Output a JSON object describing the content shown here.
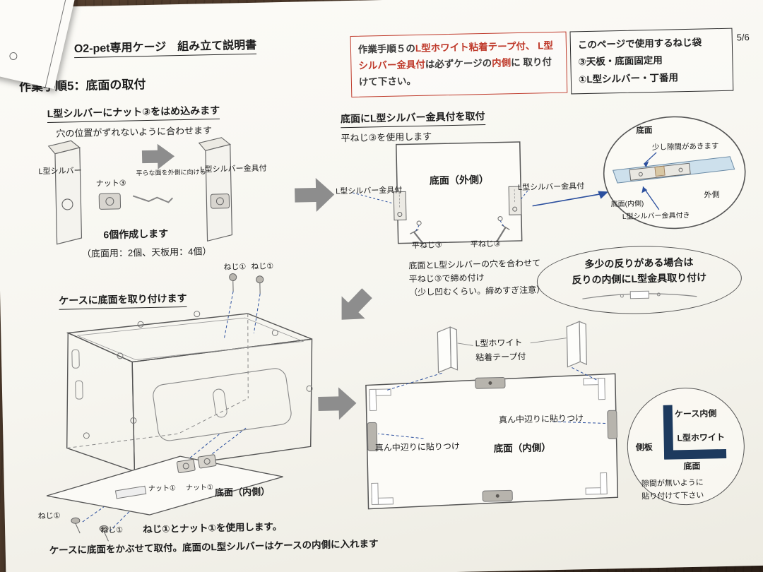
{
  "page": {
    "number": "5/6",
    "title": "O2-pet専用ケージ　組み立て説明書",
    "section": "作業手順5：底面の取付"
  },
  "notice": {
    "seg1": "作業手順５の",
    "seg2": "L型ホワイト粘着テープ付、",
    "seg3": "L型シルバー金具付",
    "seg4": "は必ずケージの",
    "seg5": "内側",
    "seg6": "に",
    "seg7": "取り付けて下さい。"
  },
  "screw_bag": {
    "title": "このページで使用するねじ袋",
    "items": [
      "③天板・底面固定用",
      "①L型シルバー・丁番用"
    ]
  },
  "step_nut": {
    "heading": "L型シルバーにナット③をはめ込みます",
    "sub": "穴の位置がずれないように合わせます",
    "label_l_silver": "L型シルバー",
    "label_nut3": "ナット③",
    "note_flat": "平らな面を外側に向ける",
    "label_l_silver_fitted": "L型シルバー金具付",
    "make_count": "6個作成します",
    "make_detail": "（底面用：2個、天板用：4個）"
  },
  "step_outside": {
    "heading": "底面にL型シルバー金具付を取付",
    "sub": "平ねじ③を使用します",
    "panel_label": "底面（外側）",
    "bracket": "L型シルバー金具付",
    "screw": "平ねじ③",
    "note1": "底面とL型シルバーの穴を合わせて",
    "note2": "平ねじ③で締め付け",
    "note3": "（少し凹むくらい。締めすぎ注意）"
  },
  "detail_circle": {
    "top_label": "底面",
    "gap_note": "少し隙間があきます",
    "inner_label": "底面(内側)",
    "outer_label": "外側",
    "bracket_label": "L型シルバー金具付き"
  },
  "warp_note": {
    "line1": "多少の反りがある場合は",
    "line2": "反りの内側にL型金具取り付け"
  },
  "step_case": {
    "heading": "ケースに底面を取り付けます",
    "screw1": "ねじ①",
    "nut1": "ナット①",
    "panel_label": "底面（内側）",
    "use_note": "ねじ①とナット①を使用します。",
    "bottom_note": "ケースに底面をかぶせて取付。底面のL型シルバーはケースの内側に入れます"
  },
  "step_tape": {
    "label_white_l1": "L型ホワイト",
    "label_white_l2": "粘着テープ付",
    "paste_note": "真ん中辺りに貼りつけ",
    "panel_label": "底面（内側）"
  },
  "corner_circle": {
    "case_inside": "ケース内側",
    "white_l": "L型ホワイト",
    "side_panel": "側板",
    "bottom": "底面",
    "note1": "隙間が無いように",
    "note2": "貼り付けて下さい"
  },
  "colors": {
    "accent_red": "#bf3a2b",
    "leader_blue": "#2b4f9e",
    "white_l_navy": "#1d3a5e",
    "wood": "#4e3a2b"
  }
}
